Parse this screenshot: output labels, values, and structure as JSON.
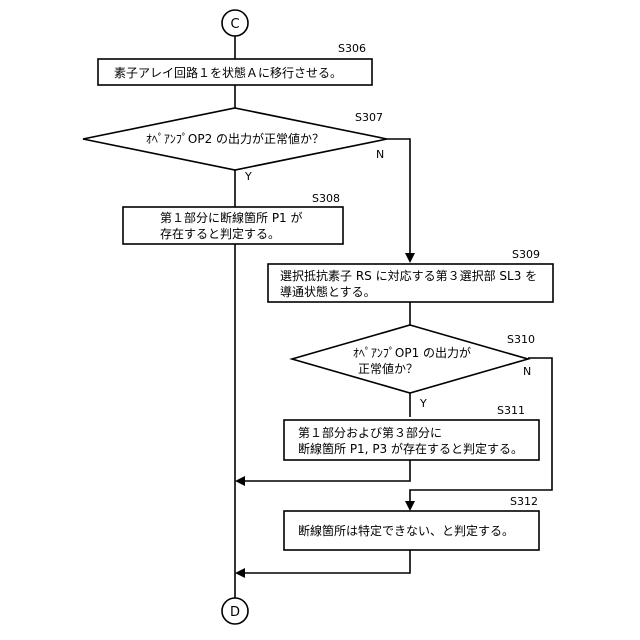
{
  "connectors": {
    "start": "C",
    "end": "D"
  },
  "steps": {
    "s306": {
      "id": "S306",
      "lines": [
        "素子アレイ回路１を状態Ａに移行させる。"
      ]
    },
    "s307": {
      "id": "S307",
      "lines": [
        "ｵﾍﾟｱﾝﾌﾟOP2 の出力が正常値か？"
      ],
      "yes": "Y",
      "no": "N"
    },
    "s308": {
      "id": "S308",
      "lines": [
        "第１部分に断線箇所 P1 が",
        "存在すると判定する。"
      ]
    },
    "s309": {
      "id": "S309",
      "lines": [
        "選択抵抗素子 RS に対応する第３選択部 SL3 を",
        "導通状態とする。"
      ]
    },
    "s310": {
      "id": "S310",
      "lines": [
        "ｵﾍﾟｱﾝﾌﾟOP1 の出力が",
        "正常値か？"
      ],
      "yes": "Y",
      "no": "N"
    },
    "s311": {
      "id": "S311",
      "lines": [
        "第１部分および第３部分に",
        "断線箇所 P1, P3 が存在すると判定する。"
      ]
    },
    "s312": {
      "id": "S312",
      "lines": [
        "断線箇所は特定できない、と判定する。"
      ]
    }
  }
}
